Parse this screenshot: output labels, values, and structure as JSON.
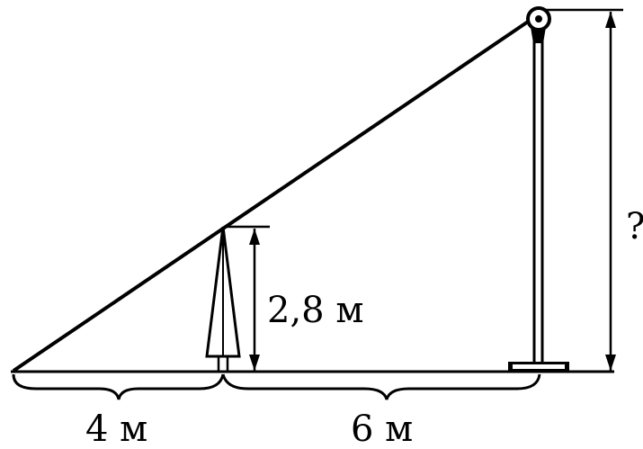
{
  "labels": {
    "tree_height": "2,8 м",
    "dist_left": "4 м",
    "dist_right": "6 м",
    "unknown_height": "?"
  },
  "values": {
    "tree_height_m": 2.8,
    "dist_to_tree_m": 4,
    "dist_tree_to_pole_m": 6
  }
}
